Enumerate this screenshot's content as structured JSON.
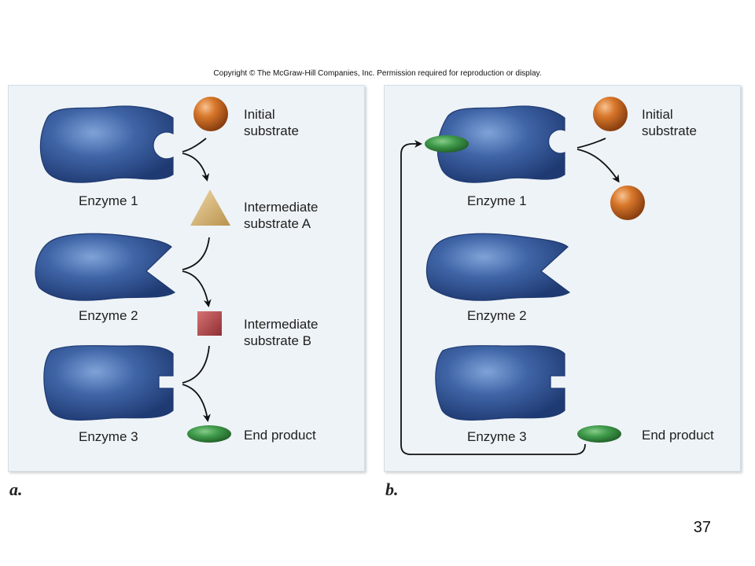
{
  "copyright": "Copyright © The McGraw-Hill Companies, Inc. Permission required for reproduction or display.",
  "panel_a": {
    "letter": "a.",
    "enzymes": [
      "Enzyme 1",
      "Enzyme 2",
      "Enzyme 3"
    ],
    "substrates": [
      {
        "line1": "Initial",
        "line2": "substrate",
        "shape": "sphere",
        "color": "#d9782b"
      },
      {
        "line1": "Intermediate",
        "line2": "substrate A",
        "shape": "triangle",
        "color": "#d8b878"
      },
      {
        "line1": "Intermediate",
        "line2": "substrate B",
        "shape": "square",
        "color": "#b84a4a"
      },
      {
        "line1": "End product",
        "line2": "",
        "shape": "ellipse",
        "color": "#3f9a4a"
      }
    ]
  },
  "panel_b": {
    "letter": "b.",
    "enzymes": [
      "Enzyme 1",
      "Enzyme 2",
      "Enzyme 3"
    ],
    "substrate_line1": "Initial",
    "substrate_line2": "substrate",
    "end_product": "End product"
  },
  "colors": {
    "enzyme": "#3f64a6",
    "enzyme_dark": "#1f3a72",
    "sphere": "#d9782b",
    "triangle": "#d8b878",
    "square": "#b84a4a",
    "product": "#3f9a4a",
    "panel_bg": "#eef3f7"
  },
  "page_number": "37"
}
